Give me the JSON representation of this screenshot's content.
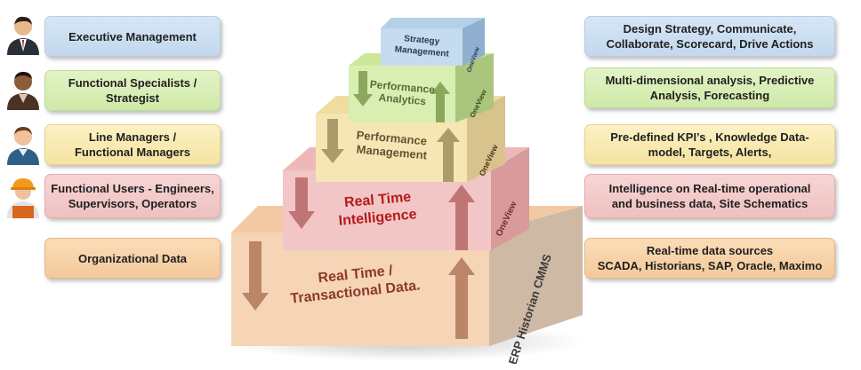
{
  "left_boxes": [
    {
      "text": "Executive Management",
      "color": "blue"
    },
    {
      "text": "Functional Specialists /\nStrategist",
      "color": "green"
    },
    {
      "text": "Line Managers /\nFunctional Managers",
      "color": "yellow"
    },
    {
      "text": "Functional Users  - Engineers,\nSupervisors, Operators",
      "color": "pink"
    },
    {
      "text": "Organizational Data",
      "color": "orange"
    }
  ],
  "right_boxes": [
    {
      "text": "Design Strategy, Communicate,\nCollaborate, Scorecard, Drive Actions",
      "color": "blue"
    },
    {
      "text": "Multi-dimensional analysis, Predictive\nAnalysis, Forecasting",
      "color": "green"
    },
    {
      "text": "Pre-defined KPI’s , Knowledge Data-\nmodel,  Targets, Alerts,",
      "color": "yellow"
    },
    {
      "text": "Intelligence on Real-time operational\nand business data, Site  Schematics",
      "color": "pink"
    },
    {
      "text": "Real-time data sources\nSCADA, Historians, SAP, Oracle, Maximo",
      "color": "orange"
    }
  ],
  "pyramid": {
    "tiers": [
      {
        "line1": "Strategy",
        "line2": "Management"
      },
      {
        "line1": "Performance",
        "line2": "Analytics"
      },
      {
        "line1": "Performance",
        "line2": "Management"
      },
      {
        "line1": "Real Time",
        "line2": "Intelligence"
      },
      {
        "line1": "Real Time  /",
        "line2": "Transactional Data."
      }
    ],
    "brand": "OneView",
    "side_label": "ERP  Historian  CMMS"
  },
  "people_icons": [
    "executive-icon",
    "specialist-icon",
    "manager-icon",
    "engineer-icon"
  ]
}
